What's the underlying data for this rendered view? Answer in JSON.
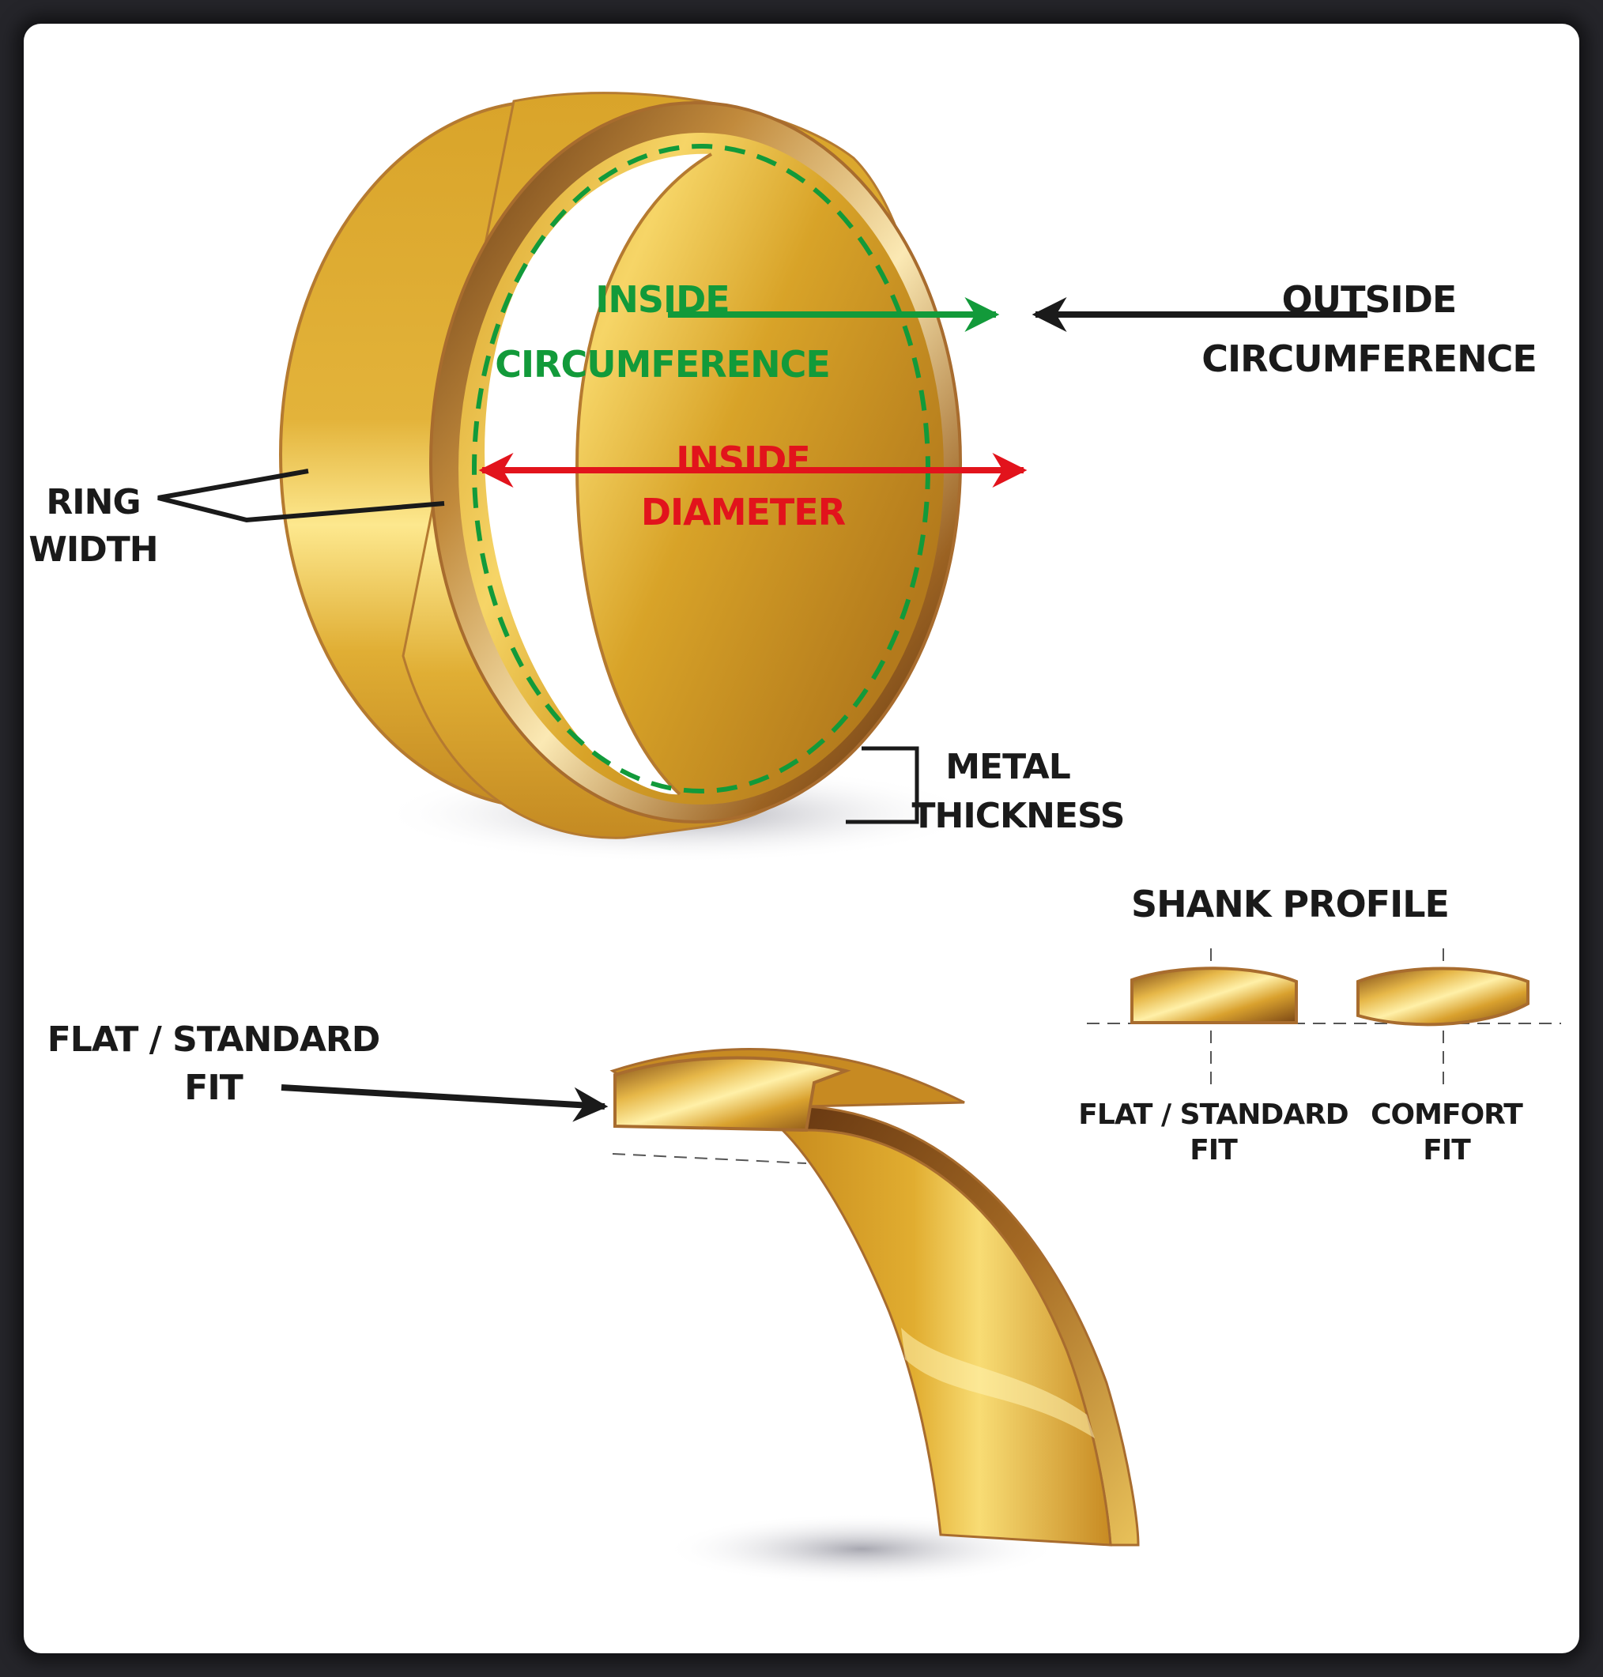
{
  "labels": {
    "inside_circumference": [
      "INSIDE",
      "CIRCUMFERENCE"
    ],
    "outside_circumference": [
      "OUTSIDE",
      "CIRCUMFERENCE"
    ],
    "inside_diameter": [
      "INSIDE",
      "DIAMETER"
    ],
    "ring_width": [
      "RING",
      "WIDTH"
    ],
    "metal_thickness": [
      "METAL",
      "THICKNESS"
    ],
    "shank_profile_title": "SHANK PROFILE",
    "flat_standard_fit": [
      "FLAT / STANDARD",
      "FIT"
    ],
    "profile_flat": [
      "FLAT / STANDARD",
      "FIT"
    ],
    "profile_comfort": [
      "COMFORT",
      "FIT"
    ]
  },
  "colors": {
    "gold": "#d9a626",
    "gold_light": "#fbe48a",
    "gold_dark": "#6b3a12",
    "gold_edge": "#a86c2e",
    "inside_circumference": "#129a3a",
    "inside_diameter": "#e2131c",
    "annotation": "#1a1a1a"
  }
}
